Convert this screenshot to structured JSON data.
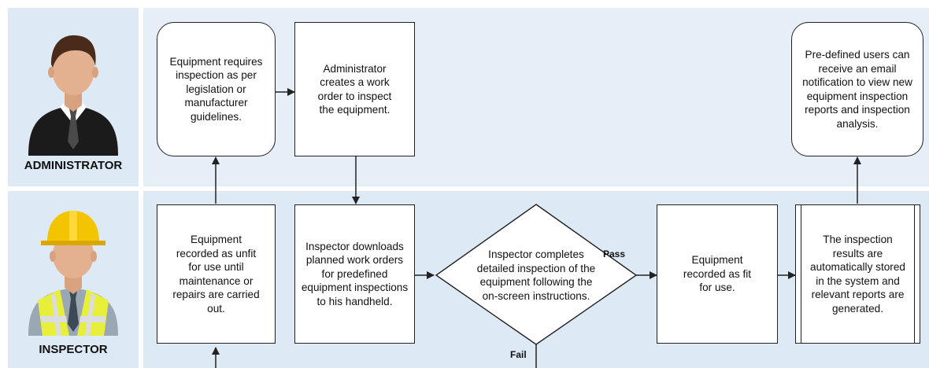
{
  "lanes": {
    "administrator": "ADMINISTRATOR",
    "inspector": "INSPECTOR"
  },
  "nodes": {
    "requires_inspection": "Equipment requires inspection as per legislation or manufacturer guidelines.",
    "create_work_order": "Administrator creates a work order to inspect the equipment.",
    "email_notification": "Pre-defined users can receive an email notification to view new equipment inspection reports and inspection analysis.",
    "recorded_unfit": "Equipment recorded as unfit for use until maintenance or repairs are carried out.",
    "downloads_orders": "Inspector downloads planned work orders for predefined equipment inspections to his handheld.",
    "detailed_inspection": "Inspector completes detailed inspection of the equipment following the on-screen instructions.",
    "recorded_fit": "Equipment recorded as fit for use.",
    "results_stored": "The inspection results are automatically stored in the system and relevant reports are generated."
  },
  "edges": {
    "pass": "Pass",
    "fail": "Fail"
  },
  "colors": {
    "lane_bg": "#dde9f5",
    "hard_hat": "#f2c500",
    "vest": "#e8ef3a",
    "suit": "#1b1b1b"
  }
}
